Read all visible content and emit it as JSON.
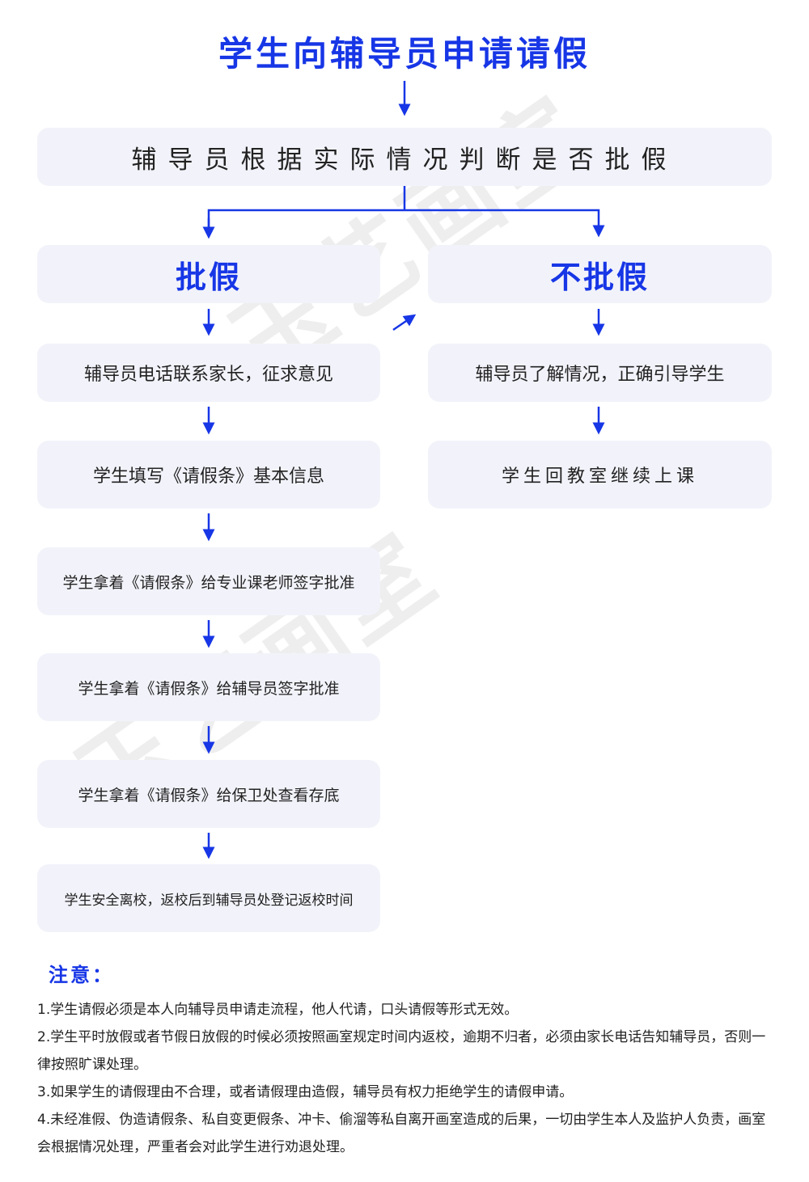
{
  "title": "学生向辅导员申请请假",
  "judge": "辅导员根据实际情况判断是否批假",
  "approve": {
    "header": "批假",
    "steps": [
      "辅导员电话联系家长，征求意见",
      "学生填写《请假条》基本信息",
      "学生拿着《请假条》给专业课老师签字批准",
      "学生拿着《请假条》给辅导员签字批准",
      "学生拿着《请假条》给保卫处查看存底",
      "学生安全离校，返校后到辅导员处登记返校时间"
    ]
  },
  "reject": {
    "header": "不批假",
    "steps": [
      "辅导员了解情况，正确引导学生",
      "学生回教室继续上课"
    ]
  },
  "notes": {
    "title": "注意：",
    "items": [
      "1.学生请假必须是本人向辅导员申请走流程，他人代请，口头请假等形式无效。",
      "2.学生平时放假或者节假日放假的时候必须按照画室规定时间内返校，逾期不归者，必须由家长电话告知辅导员，否则一律按照旷课处理。",
      "3.如果学生的请假理由不合理，或者请假理由造假，辅导员有权力拒绝学生的请假申请。",
      "4.未经准假、伪造请假条、私自变更假条、冲卡、偷溜等私自离开画室造成的后果，一切由学生本人及监护人负责，画室会根据情况处理，严重者会对此学生进行劝退处理。"
    ]
  },
  "watermark": "玉艺画室",
  "colors": {
    "accent": "#1736e6",
    "box": "#f2f3fa"
  }
}
